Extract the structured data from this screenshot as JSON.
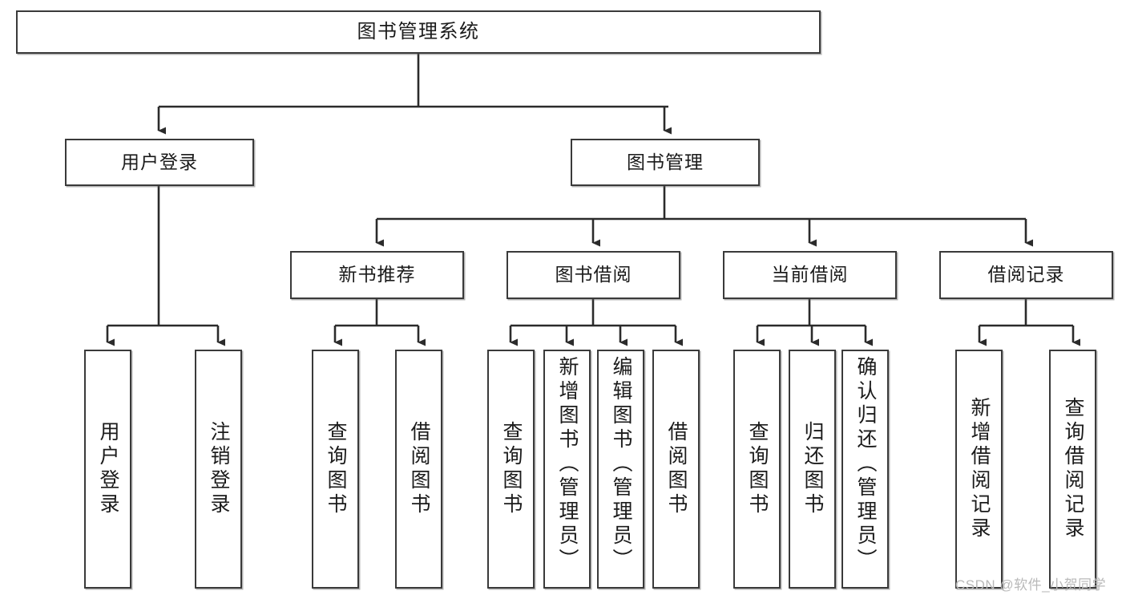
{
  "diagram": {
    "title": "图书管理系统",
    "type": "tree",
    "watermark": "CSDN @软件_小贺同学",
    "style": {
      "box_border_color": "#3a3a3a",
      "box_fill_color": "#ffffff",
      "connector_color": "#2b2b2b",
      "text_color": "#1b1b1b",
      "watermark_color": "#b9b9b9",
      "background": "#ffffff"
    },
    "nodes": {
      "root": {
        "label": "图书管理系统",
        "level": 0
      },
      "level1": [
        {
          "id": "user-login",
          "label": "用户登录"
        },
        {
          "id": "book-manage",
          "label": "图书管理"
        }
      ],
      "level2": [
        {
          "id": "new-book-recommend",
          "label": "新书推荐",
          "parent": "book-manage"
        },
        {
          "id": "book-borrow",
          "label": "图书借阅",
          "parent": "book-manage"
        },
        {
          "id": "current-borrow",
          "label": "当前借阅",
          "parent": "book-manage"
        },
        {
          "id": "borrow-record",
          "label": "借阅记录",
          "parent": "book-manage"
        }
      ],
      "leaves": {
        "user-login": [
          {
            "id": "leaf-user-login",
            "label": "用户登录"
          },
          {
            "id": "leaf-logout",
            "label": "注销登录"
          }
        ],
        "new-book-recommend": [
          {
            "id": "leaf-query-book-1",
            "label": "查询图书"
          },
          {
            "id": "leaf-borrow-book-1",
            "label": "借阅图书"
          }
        ],
        "book-borrow": [
          {
            "id": "leaf-query-book-2",
            "label": "查询图书"
          },
          {
            "id": "leaf-add-book",
            "label": "新增图书（管理员）"
          },
          {
            "id": "leaf-edit-book",
            "label": "编辑图书（管理员）"
          },
          {
            "id": "leaf-borrow-book-2",
            "label": "借阅图书"
          }
        ],
        "current-borrow": [
          {
            "id": "leaf-query-book-3",
            "label": "查询图书"
          },
          {
            "id": "leaf-return-book",
            "label": "归还图书"
          },
          {
            "id": "leaf-confirm-return",
            "label": "确认归还（管理员）"
          }
        ],
        "borrow-record": [
          {
            "id": "leaf-add-record",
            "label": "新增借阅记录"
          },
          {
            "id": "leaf-query-record",
            "label": "查询借阅记录"
          }
        ]
      }
    }
  }
}
